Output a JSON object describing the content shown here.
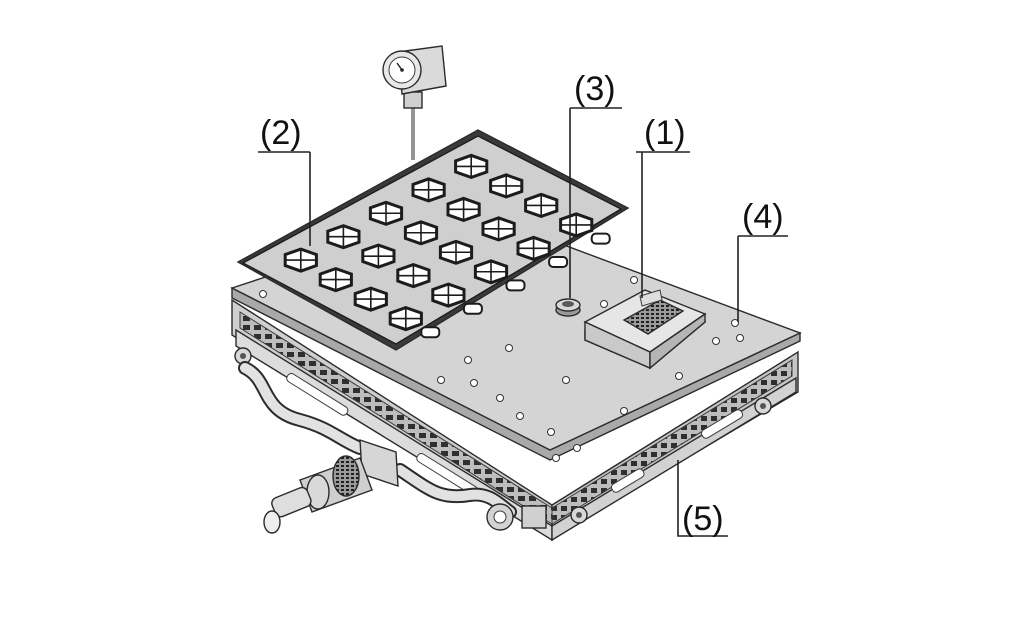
{
  "callouts": [
    {
      "id": "1",
      "label": "(1)"
    },
    {
      "id": "2",
      "label": "(2)"
    },
    {
      "id": "3",
      "label": "(3)"
    },
    {
      "id": "4",
      "label": "(4)"
    },
    {
      "id": "5",
      "label": "(5)"
    }
  ],
  "colors": {
    "plate": "#d4d4d4",
    "plate_shadow": "#a9a9a9",
    "line": "#2b2b2b",
    "dark": "#3d3d3d",
    "background": "#ffffff"
  },
  "parts": {
    "gauge_icon": "pressure-gauge-icon",
    "mat_icon": "perforated-mat-icon",
    "connector_icon": "electrical-connector-icon",
    "knob_icon": "round-knob-icon",
    "fitting_icon": "hose-fitting-icon"
  }
}
